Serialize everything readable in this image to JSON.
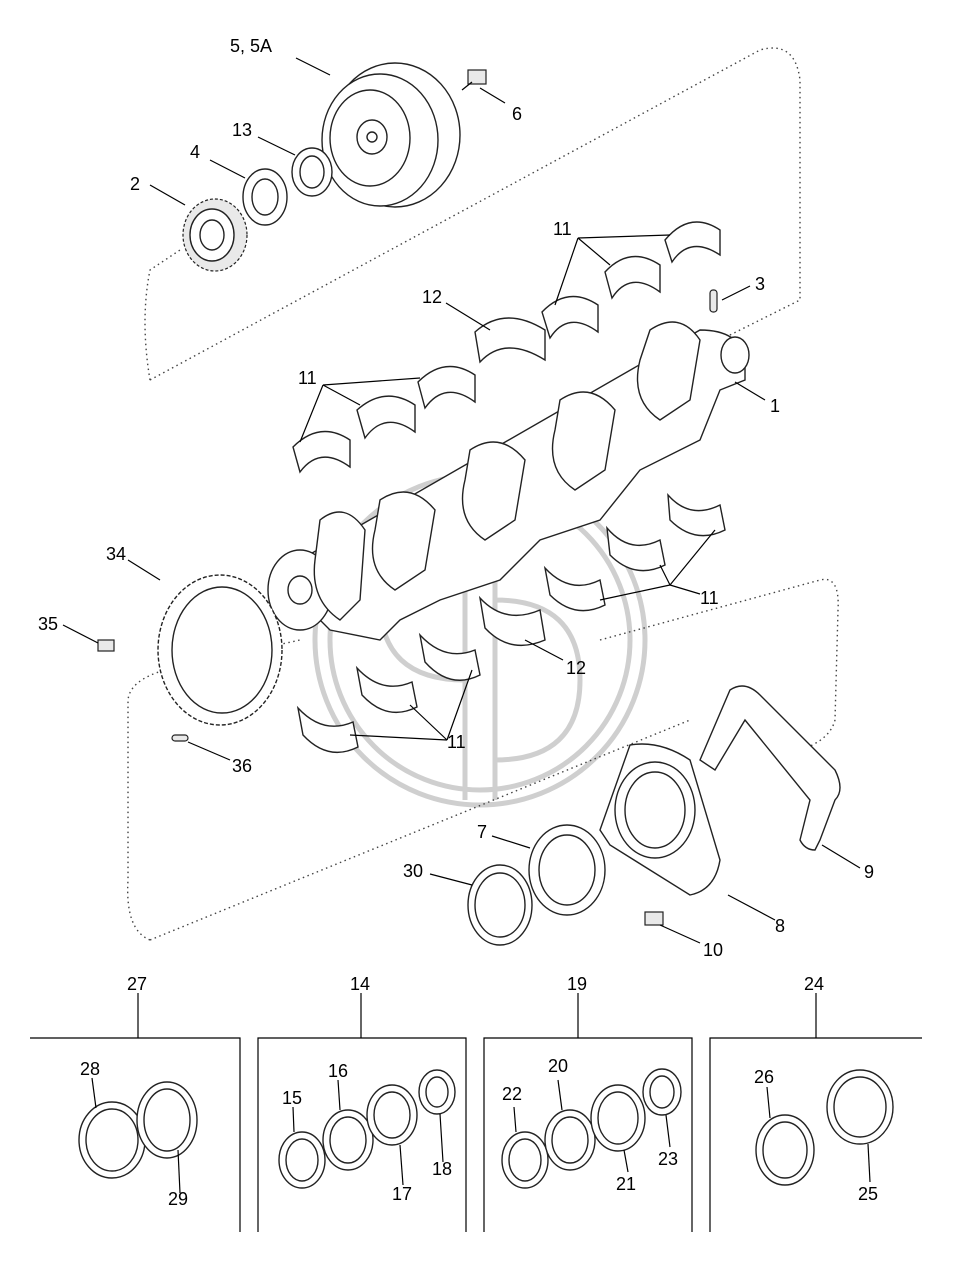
{
  "callouts": {
    "c5": "5, 5A",
    "c6": "6",
    "c13": "13",
    "c4": "4",
    "c2": "2",
    "c11a": "11",
    "c3": "3",
    "c12a": "12",
    "c11b": "11",
    "c1": "1",
    "c34": "34",
    "c35": "35",
    "c11c": "11",
    "c12b": "12",
    "c11d": "11",
    "c36": "36",
    "c7": "7",
    "c30": "30",
    "c9": "9",
    "c8": "8",
    "c10": "10"
  },
  "kits": [
    {
      "label": "27",
      "parts": [
        "28",
        "29"
      ]
    },
    {
      "label": "14",
      "parts": [
        "16",
        "15",
        "18",
        "17"
      ]
    },
    {
      "label": "19",
      "parts": [
        "20",
        "22",
        "23",
        "21"
      ]
    },
    {
      "label": "24",
      "parts": [
        "26",
        "25"
      ]
    }
  ]
}
